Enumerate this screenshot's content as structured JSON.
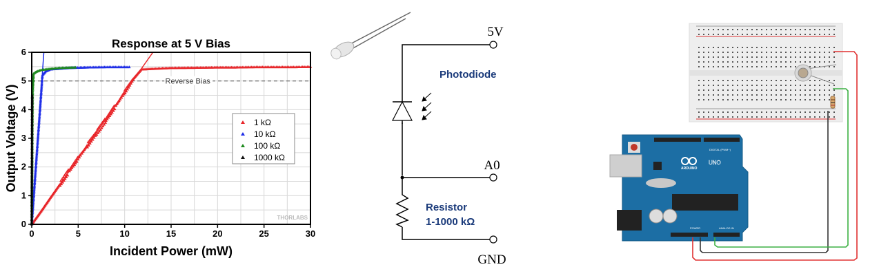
{
  "chart_data": {
    "type": "scatter",
    "title": "Response at 5 V Bias",
    "xlabel": "Incident Power (mW)",
    "ylabel": "Output Voltage (V)",
    "xlim": [
      0,
      30
    ],
    "ylim": [
      0,
      6
    ],
    "xticks": [
      0,
      5,
      10,
      15,
      20,
      25,
      30
    ],
    "yticks": [
      0,
      1,
      2,
      3,
      4,
      5,
      6
    ],
    "grid": true,
    "legend_position": "center-right",
    "reference_line": {
      "y": 5,
      "label": "Reverse Bias",
      "style": "dashed"
    },
    "watermark": "THORLABS",
    "series": [
      {
        "name": "1 kΩ",
        "color": "#e8262a",
        "fit_slope_v_per_mw": 0.46,
        "points": [
          [
            0,
            0
          ],
          [
            1,
            0.45
          ],
          [
            2,
            0.92
          ],
          [
            3,
            1.38
          ],
          [
            4,
            1.85
          ],
          [
            5,
            2.3
          ],
          [
            6,
            2.76
          ],
          [
            7,
            3.2
          ],
          [
            8,
            3.65
          ],
          [
            9,
            4.12
          ],
          [
            10,
            4.6
          ],
          [
            11,
            5.1
          ],
          [
            11.8,
            5.4
          ],
          [
            13,
            5.42
          ],
          [
            15,
            5.45
          ],
          [
            18,
            5.46
          ],
          [
            20,
            5.47
          ],
          [
            22,
            5.47
          ],
          [
            24,
            5.48
          ],
          [
            26,
            5.48
          ],
          [
            28,
            5.48
          ],
          [
            30,
            5.49
          ]
        ]
      },
      {
        "name": "10 kΩ",
        "color": "#1f2ee8",
        "fit_slope_v_per_mw": 4.6,
        "points": [
          [
            0,
            0
          ],
          [
            0.2,
            0.9
          ],
          [
            0.4,
            1.8
          ],
          [
            0.6,
            2.7
          ],
          [
            0.8,
            3.6
          ],
          [
            1.0,
            4.5
          ],
          [
            1.15,
            5.2
          ],
          [
            1.5,
            5.33
          ],
          [
            2,
            5.4
          ],
          [
            4,
            5.45
          ],
          [
            6,
            5.47
          ],
          [
            8,
            5.48
          ],
          [
            10.5,
            5.48
          ]
        ]
      },
      {
        "name": "100 kΩ",
        "color": "#1e8a1e",
        "points": [
          [
            0,
            0
          ],
          [
            0.03,
            1.5
          ],
          [
            0.06,
            3.0
          ],
          [
            0.1,
            4.6
          ],
          [
            0.2,
            5.25
          ],
          [
            0.5,
            5.32
          ],
          [
            1,
            5.38
          ],
          [
            2,
            5.42
          ],
          [
            3,
            5.45
          ],
          [
            4.7,
            5.47
          ]
        ]
      },
      {
        "name": "1000 kΩ",
        "color": "#111111",
        "points": [
          [
            0,
            0
          ],
          [
            0.01,
            1
          ],
          [
            0.02,
            2
          ],
          [
            0.03,
            3
          ],
          [
            0.04,
            4
          ],
          [
            0.05,
            4.5
          ]
        ]
      }
    ]
  },
  "circuit": {
    "label_5v": "5V",
    "label_a0": "A0",
    "label_gnd": "GND",
    "photodiode_label": "Photodiode",
    "resistor_label": "Resistor",
    "resistor_value": "1-1000 kΩ",
    "label_color": "#1a3a7a"
  },
  "board": {
    "arduino_brand": "ARDUINO",
    "arduino_model": "UNO",
    "digital_header": "DIGITAL (PWM~)",
    "power_header": "POWER",
    "analog_header": "ANALOG IN",
    "wire_colors": {
      "power": "#e03030",
      "ground": "#333333",
      "signal": "#3cb043"
    },
    "board_color": "#1c6ea4"
  }
}
